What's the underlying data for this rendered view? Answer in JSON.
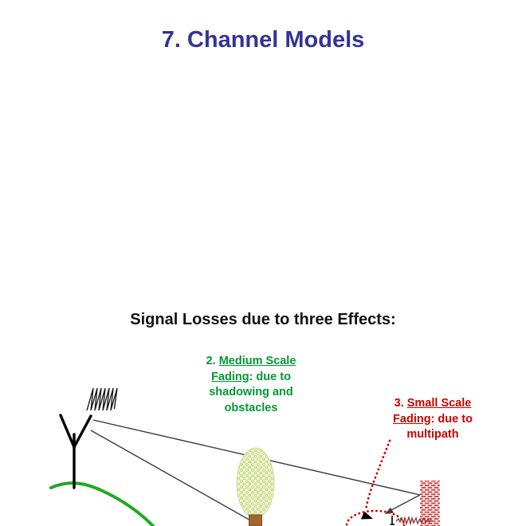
{
  "slide": {
    "title": "7. Channel Models",
    "subtitle": "Signal Losses due to three Effects:"
  },
  "captions": {
    "medium": {
      "number": "2.",
      "name_part1": "Medium Scale",
      "name_part2": "Fading",
      "desc_inline": ": due to",
      "desc_line2": "shadowing and",
      "desc_line3": "obstacles"
    },
    "small": {
      "number": "3.",
      "name_part1": "Small Scale",
      "name_part2": "Fading",
      "desc_inline": ": due to",
      "desc_line2": "multipath"
    }
  },
  "diagram": {
    "colors": {
      "title_text": "#333399",
      "subtitle_text": "#111111",
      "medium_fading_text": "#009933",
      "small_fading_text": "#cc0000",
      "direct_path_ray": "#3838ae",
      "secondary_ray": "#3c3c3c",
      "hill": "#22aa22",
      "antenna": "#000000",
      "transmitted_wave": "#1a1a1a",
      "tree_fill": "#eef4cd",
      "tree_dots": "#b5cf7a",
      "tree_trunk": "#a2652f",
      "brick_wall": "#cd4646",
      "multipath_dots": "#cc0000",
      "received_wave": "#8a3230",
      "background": "#ffffff"
    },
    "icons": {
      "base_station": "antenna-icon",
      "transmit_signal": "zigzag-wave-icon",
      "obstacle": "tree-icon",
      "reflector": "brick-wall-icon",
      "receiver": "mobile-receiver-icon",
      "received_signal": "multipath-wave-icon"
    }
  }
}
